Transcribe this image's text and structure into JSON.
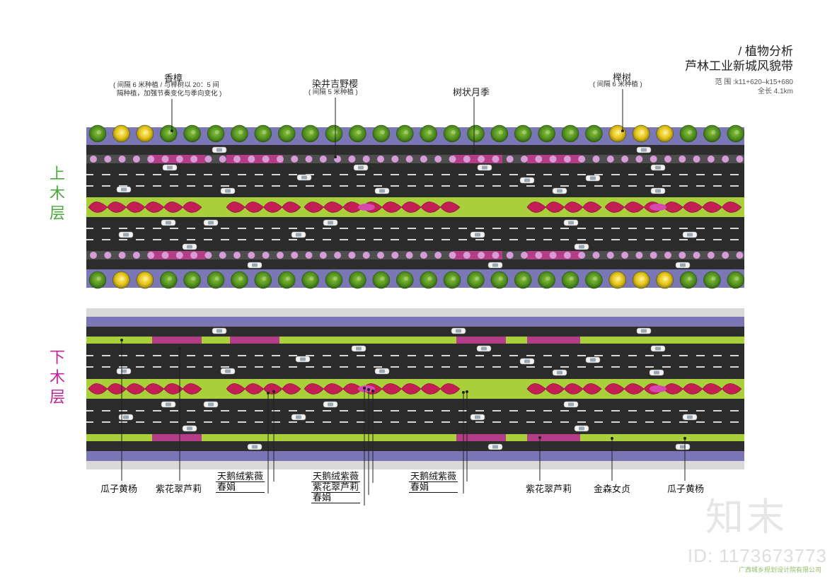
{
  "header": {
    "title_prefix": "/ 植物分析",
    "subtitle": "芦林工业新城风貌带",
    "range": "范 围 :k11+620–k15+680",
    "length": "全长 4.1km"
  },
  "layers": {
    "upper": "上木层",
    "lower": "下木层",
    "upper_color": "#4aa83c",
    "lower_color": "#c0249a"
  },
  "top_labels": {
    "xiangzhang": {
      "name": "香樟",
      "note_line1": "( 间隔 6 米种植 / 与榉树以 20：5 间",
      "note_line2": "隔种植，加强节奏变化与季向变化 )"
    },
    "yingtao": {
      "name": "染井吉野樱",
      "note": "( 间隔 5 米种植 )"
    },
    "yueji": {
      "name": "树状月季"
    },
    "jushu": {
      "name": "榉树",
      "note": "( 间隔 6 米种植 )"
    }
  },
  "bottom_labels": {
    "guazi_left": "瓜子黄杨",
    "zihua_left": "紫花翠芦莉",
    "stack1": [
      "天鹅绒紫薇",
      "春娟"
    ],
    "stack2": [
      "天鹅绒紫薇",
      "紫花翠芦莉",
      "春娟"
    ],
    "stack3": [
      "天鹅绒紫薇",
      "春娟"
    ],
    "zihua_right": "紫花翠芦莉",
    "jinsen": "金森女贞",
    "guazi_right": "瓜子黄杨"
  },
  "watermark": {
    "brand": "知末",
    "id": "ID: 1173673773",
    "footer": "广西城乡规划设计院有限公司"
  },
  "colors": {
    "asphalt": "#2e2e2e",
    "sidewalk": "#7a74b5",
    "grass": "#a9cf3a",
    "magenta": "#c23a8c",
    "red_plant": "#c41f55",
    "tree_green": "#4f8a1e",
    "tree_yellow": "#e7c51c"
  }
}
